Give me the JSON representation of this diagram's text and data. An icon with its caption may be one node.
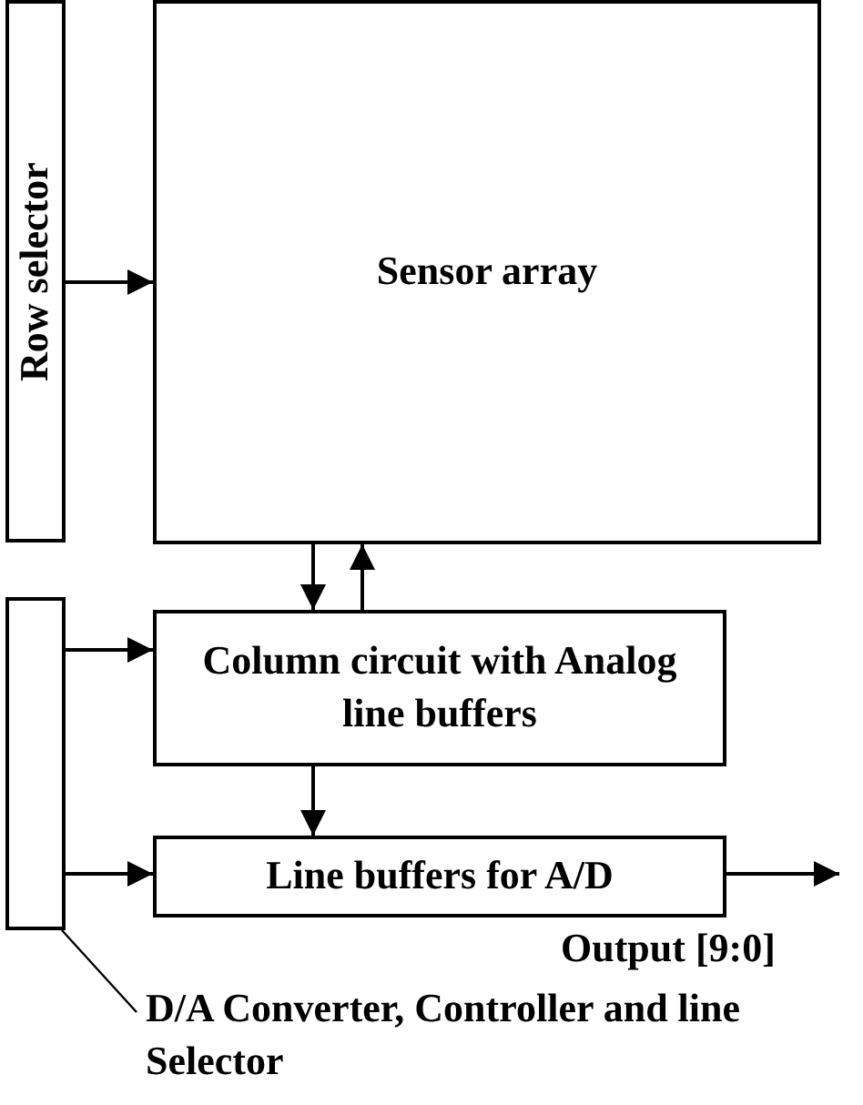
{
  "diagram": {
    "nodes": [
      {
        "text": [
          "Row selector"
        ]
      },
      {
        "text": [
          "Sensor array"
        ]
      },
      {
        "text": [
          "Column circuit with Analog line buffers"
        ]
      },
      {
        "text": [
          "Line buffers for A/D"
        ]
      },
      {
        "text": [],
        "shape": "box"
      },
      {
        "text": [
          "D/A Converter, Controller and line Selector"
        ]
      }
    ],
    "edges": [
      {
        "from": 0,
        "to": 1,
        "arrow": "to"
      },
      {
        "from": 1,
        "to": 2,
        "arrow": "to"
      },
      {
        "from": 2,
        "to": 1,
        "arrow": "to"
      },
      {
        "from": 4,
        "to": 2,
        "arrow": "to"
      },
      {
        "from": 2,
        "to": 3,
        "arrow": "to"
      },
      {
        "from": 4,
        "to": 3,
        "arrow": "to"
      },
      {
        "from": 3,
        "to": null,
        "arrow": "to",
        "label": "Output [9:0]"
      },
      {
        "from": 5,
        "to": 4,
        "arrow": "none"
      }
    ]
  }
}
